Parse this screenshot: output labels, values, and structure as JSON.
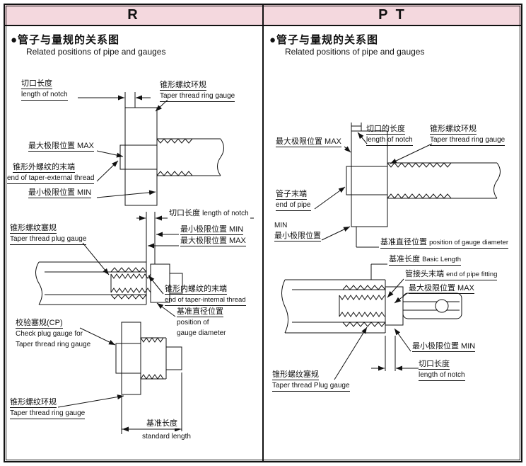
{
  "header": {
    "left_tab": "R",
    "right_tab": "P T"
  },
  "colors": {
    "header_bg": "#f4d8de",
    "line": "#111111"
  },
  "panels": {
    "r": {
      "title": "●管子与量规的关系图",
      "subtitle": "Related positions of pipe and gauges",
      "labels": {
        "notch_top_cn": "切口长度",
        "notch_top_en": "length of notch",
        "ring_top_cn": "锥形螺纹环规",
        "ring_top_en": "Taper thread ring gauge",
        "max_top": "最大极限位置 MAX",
        "ext_end_cn": "锥形外螺纹的末端",
        "ext_end_en": "end of taper-external thread",
        "min_top": "最小极限位置 MIN",
        "notch_mid_cn": "切口长度",
        "notch_mid_en": "length of notch",
        "min_mid": "最小极限位置 MIN",
        "max_mid": "最大极限位置 MAX",
        "plug_gauge_cn": "锥形螺纹塞规",
        "plug_gauge_en": "Taper thread plug gauge",
        "int_end_cn": "锥形内螺纹的末端",
        "int_end_en": "end of taper-internal thread",
        "datum_cn": "基准直径位置",
        "datum_en1": "position of",
        "datum_en2": "gauge diameter",
        "check_plug_cn": "校验塞规(CP)",
        "check_plug_en1": "Check plug gauge for",
        "check_plug_en2": "Taper thread ring gauge",
        "ring_bot_cn": "锥形螺纹环规",
        "ring_bot_en": "Taper thread ring gauge",
        "std_len_cn": "基准长度",
        "std_len_en": "standard length"
      }
    },
    "pt": {
      "title": "●管子与量规的关系图",
      "subtitle": "Related positions of pipe and gauges",
      "labels": {
        "max_top": "最大极限位置 MAX",
        "notch_top_cn": "切口的长度",
        "notch_top_en": "length of notch",
        "ring_top_cn": "锥形螺纹环规",
        "ring_top_en": "Taper thread ring gauge",
        "pipe_end_cn": "管子末端",
        "pipe_end_en": "end of pipe",
        "min_en": "MIN",
        "min_cn": "最小极限位置",
        "datum_cn": "基准直径位置",
        "datum_en": "position of gauge diameter",
        "basic_len_cn": "基准长度",
        "basic_len_en": "Basic Length",
        "fitting_end_cn": "管接头末端",
        "fitting_end_en": "end of pipe fitting",
        "max_bot": "最大极限位置 MAX",
        "min_bot": "最小极限位置 MIN",
        "notch_bot_cn": "切口长度",
        "notch_bot_en": "length of notch",
        "plug_gauge_cn": "锥形螺纹塞规",
        "plug_gauge_en": "Taper thread Plug gauge"
      }
    }
  }
}
